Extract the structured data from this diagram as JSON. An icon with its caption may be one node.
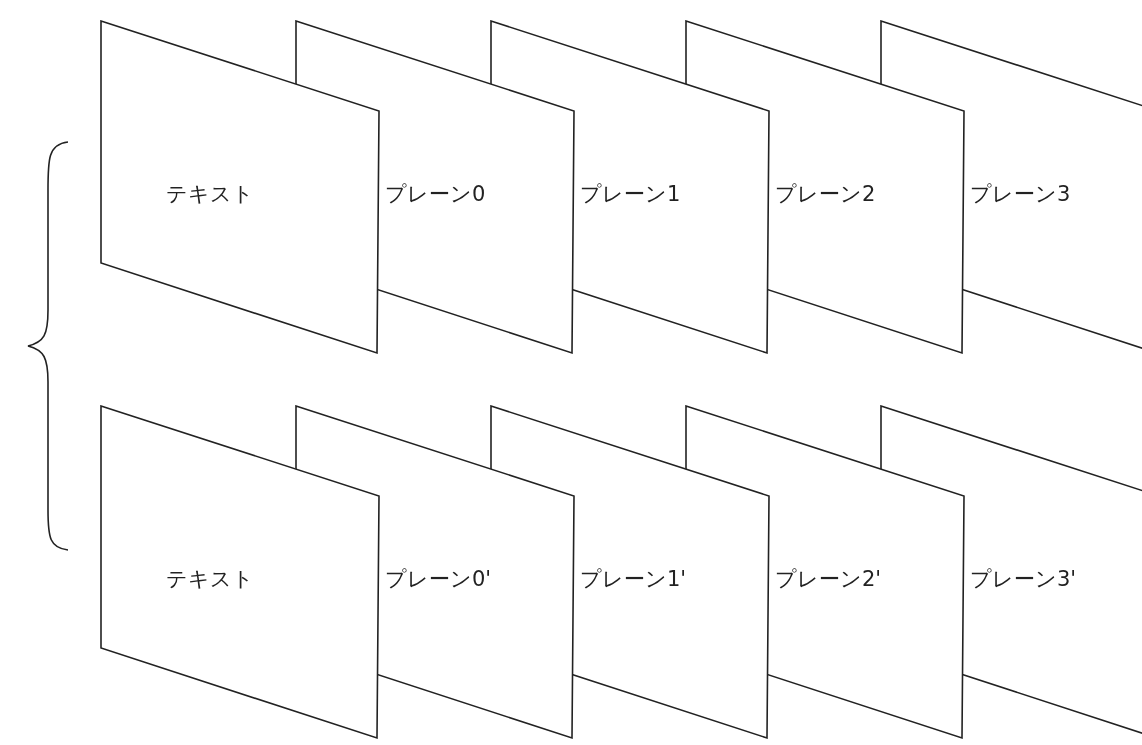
{
  "diagram": {
    "nodes": [
      {
        "text": [
          "テキスト"
        ]
      },
      {
        "text": [
          "プレーン0"
        ]
      },
      {
        "text": [
          "プレーン1"
        ]
      },
      {
        "text": [
          "プレーン2"
        ]
      },
      {
        "text": [
          "プレーン3"
        ]
      },
      {
        "text": [
          "テキスト"
        ]
      },
      {
        "text": [
          "プレーン0'"
        ]
      },
      {
        "text": [
          "プレーン1'"
        ]
      },
      {
        "text": [
          "プレーン2'"
        ]
      },
      {
        "text": [
          "プレーン3'"
        ]
      }
    ]
  }
}
